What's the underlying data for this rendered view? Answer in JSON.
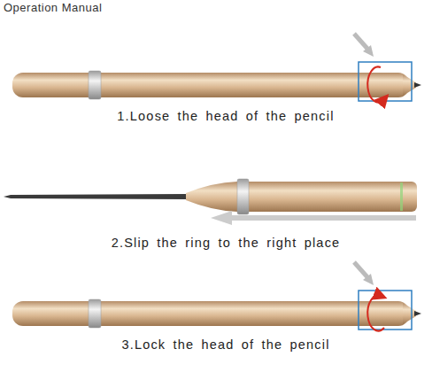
{
  "diagram": {
    "title": "Operation Manual",
    "labels": [
      "1.Loose the head of the pencil",
      "2.Slip the ring to the right place",
      "3.Lock the head of the pencil"
    ]
  }
}
